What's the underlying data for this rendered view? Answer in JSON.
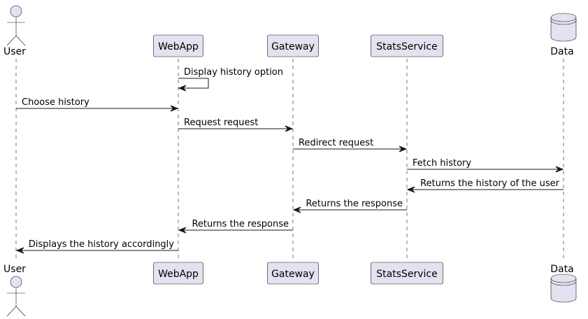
{
  "participants": [
    {
      "id": "user",
      "label": "User",
      "kind": "actor"
    },
    {
      "id": "webapp",
      "label": "WebApp",
      "kind": "participant"
    },
    {
      "id": "gateway",
      "label": "Gateway",
      "kind": "participant"
    },
    {
      "id": "stats",
      "label": "StatsService",
      "kind": "participant"
    },
    {
      "id": "data",
      "label": "Data",
      "kind": "database"
    }
  ],
  "messages": [
    {
      "from": "webapp",
      "to": "webapp",
      "label": "Display history option"
    },
    {
      "from": "user",
      "to": "webapp",
      "label": "Choose history"
    },
    {
      "from": "webapp",
      "to": "gateway",
      "label": "Request request"
    },
    {
      "from": "gateway",
      "to": "stats",
      "label": "Redirect request"
    },
    {
      "from": "stats",
      "to": "data",
      "label": "Fetch history"
    },
    {
      "from": "data",
      "to": "stats",
      "label": "Returns the history of the user"
    },
    {
      "from": "stats",
      "to": "gateway",
      "label": "Returns the response"
    },
    {
      "from": "gateway",
      "to": "webapp",
      "label": "Returns the response"
    },
    {
      "from": "webapp",
      "to": "user",
      "label": "Displays the history accordingly"
    }
  ],
  "colors": {
    "participant_fill": "#E2E2F0",
    "line": "#181818"
  }
}
